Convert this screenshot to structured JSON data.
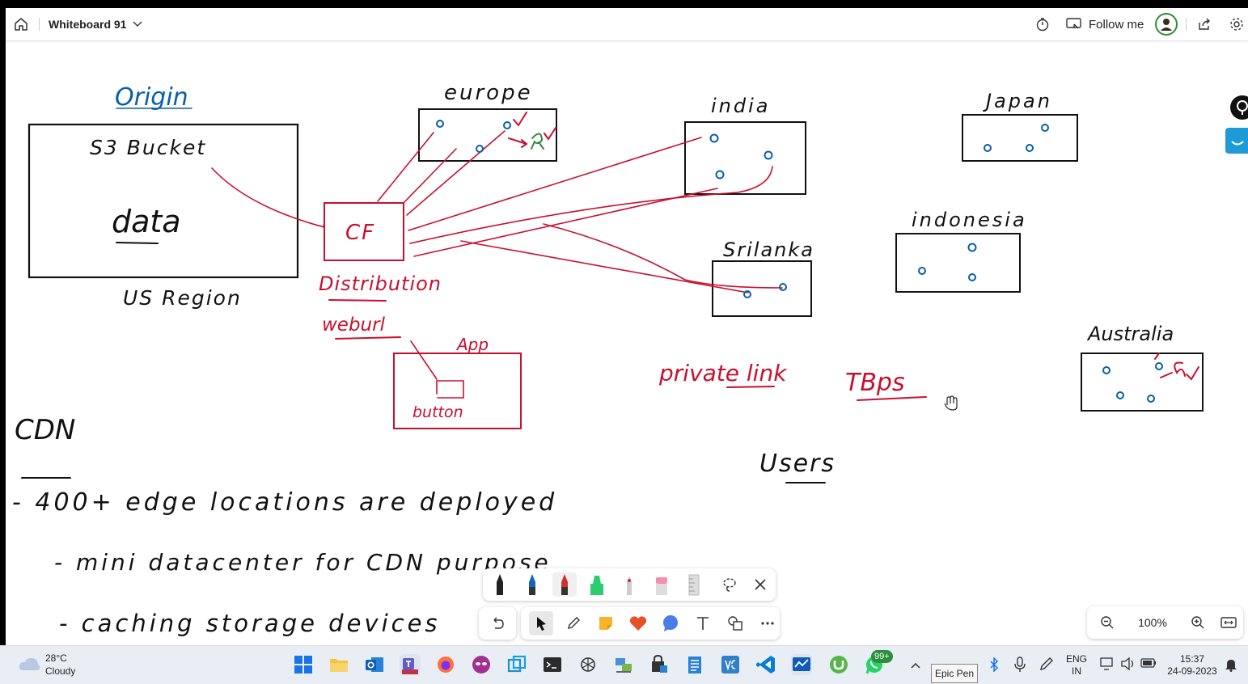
{
  "window": {
    "title": "Whiteboard 91",
    "follow_label": "Follow me"
  },
  "board": {
    "origin": "Origin",
    "s3": "S3 Bucket",
    "data": "data",
    "us_region": "US Region",
    "cf": "CF",
    "distribution": "Distribution",
    "weburl": "weburl",
    "app": "App",
    "button": "button",
    "europe": "europe",
    "india": "india",
    "japan": "Japan",
    "indonesia": "indonesia",
    "srilanka": "Srilanka",
    "australia": "Australia",
    "private_link": "private link",
    "tbps": "TBps",
    "users": "Users",
    "cdn": "CDN",
    "bullet1": "- 400+ edge locations are deployed",
    "bullet2": "- mini datacenter for CDN purpose",
    "bullet3": "- caching storage devices"
  },
  "toolbar": {
    "zoom": "100%"
  },
  "taskbar": {
    "temp": "28°C",
    "weather": "Cloudy",
    "badge": "99+",
    "tooltip": "Epic Pen",
    "lang1": "ENG",
    "lang2": "IN",
    "time": "15:37",
    "date": "24-09-2023"
  },
  "colors": {
    "red_ink": "#c8102e",
    "blue_ink": "#0a5ea8",
    "black_ink": "#111111"
  },
  "icons": [
    "home-icon",
    "chevron-down-icon",
    "timer-icon",
    "follow-icon",
    "avatar",
    "share-icon",
    "gear-icon",
    "undo-icon",
    "select-icon",
    "pen-icon",
    "sticky-note-icon",
    "heart-icon",
    "chat-icon",
    "text-icon",
    "shapes-icon",
    "more-icon",
    "lasso-icon",
    "close-icon",
    "zoom-out-icon",
    "zoom-in-icon",
    "fit-icon"
  ]
}
